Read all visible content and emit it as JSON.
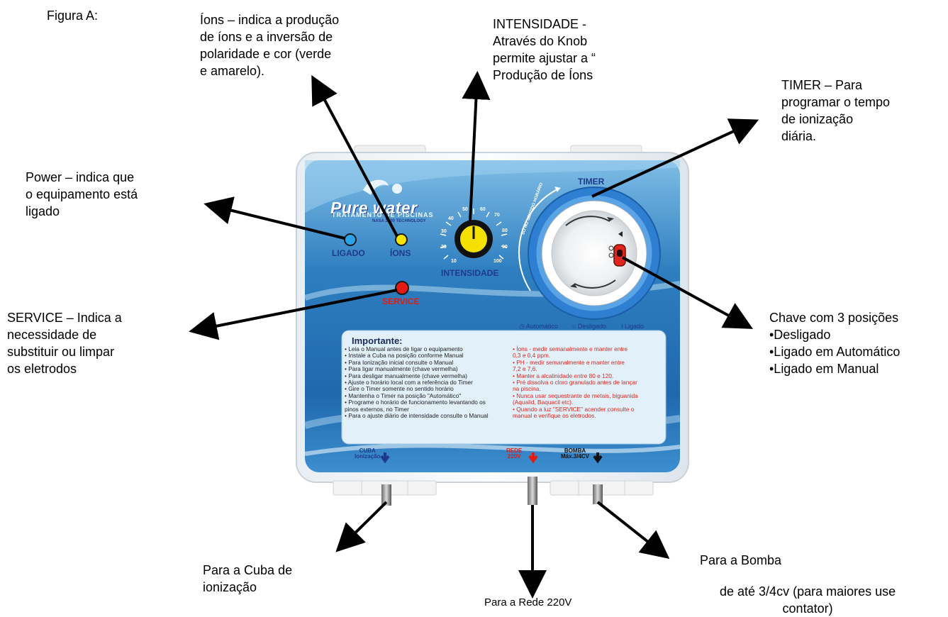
{
  "figure_label": "Figura A:",
  "annotations": {
    "ions": [
      "Íons – indica a produção",
      "de íons e a inversão de",
      "polaridade e cor (verde",
      "e amarelo)."
    ],
    "intensidade": [
      "INTENSIDADE -",
      "Através do Knob",
      "permite ajustar a “",
      "Produção de Íons"
    ],
    "timer": [
      "TIMER – Para",
      "programar o tempo",
      "de ionização",
      "diária."
    ],
    "power": [
      "Power – indica que",
      "o equipamento está",
      "ligado"
    ],
    "service": [
      "SERVICE – Indica a",
      "necessidade de",
      "substituir ou limpar",
      "os eletrodos"
    ],
    "chave": [
      "Chave com 3 posições",
      "•Desligado",
      "•Ligado em Automático",
      "•Ligado em Manual"
    ],
    "cuba": [
      "Para a Cuba de",
      "ionização"
    ],
    "rede": "Para a Rede 220V",
    "bomba_title": "Para a Bomba",
    "bomba_detail": [
      "de até 3/4cv (para maiores use",
      "contator)"
    ]
  },
  "device": {
    "brand": "Pure water",
    "brand_sub": "TRATAMENTO DE PISCINAS",
    "brand_tag": "NASA 2000 TECHNOLOGY",
    "led_ligado": "LIGADO",
    "led_ions": "ÍONS",
    "led_service": "SERVICE",
    "knob_label": "INTENSIDADE",
    "knob_scale": [
      "10",
      "20",
      "30",
      "40",
      "50",
      "60",
      "70",
      "80",
      "90",
      "100"
    ],
    "timer_label": "TIMER",
    "timer_arc": "SÓ NO SENTIDO HORÁRIO",
    "modes": [
      "Automático",
      "Desligado",
      "Ligado"
    ],
    "importante_title": "Importante:",
    "importante_items": [
      "• Leia o Manual antes de ligar o equipamento",
      "• Instale a Cuba na posição conforme Manual",
      "• Para Ionização inicial consulte o Manual",
      "• Para ligar manualmente (chave vermelha)",
      "• Para desligar manualmente (chave vermelha)",
      "• Ajuste o horário local com a referência do Timer",
      "• Gire o Timer somente no sentido horário",
      "• Mantenha o Timer na posição \"Automático\"",
      "• Programe o horário de funcionamento levantando os",
      "  pinos externos, no Timer",
      "• Para o ajuste diário de intensidade consulte o Manual"
    ],
    "red_items": [
      "• Íons - medir semanalmente e manter entre",
      "  0,3 e 0,4 ppm.",
      "• PH - medir semanalmente e manter entre",
      "  7,2 e 7,6.",
      "• Manter a alcalinidade entre 80 e 120.",
      "• Pré dissolva o cloro granulado antes de lançar",
      "  na piscina.",
      "• Nunca usar sequestrante de metais, biguanida",
      "  (Aqualid, Baquacil etc).",
      "• Quando a luz \"SERVICE\" acender consulte o",
      "  manual e verifique os eletrodos."
    ],
    "cuba_port": [
      "CUBA",
      "Ionização"
    ],
    "rede_port": [
      "REDE",
      "220V"
    ],
    "bomba_port": [
      "BOMBA",
      "Máx.3/4CV"
    ]
  },
  "colors": {
    "panel_blue": "#2f7fc0",
    "panel_light": "#8fc4e6",
    "led_ligado": "#2aa3e8",
    "led_ions": "#f2e400",
    "led_service": "#e31b12",
    "knob": "#f5e000",
    "label_blue": "#1f3a8a",
    "warning_red": "#e0261c"
  }
}
